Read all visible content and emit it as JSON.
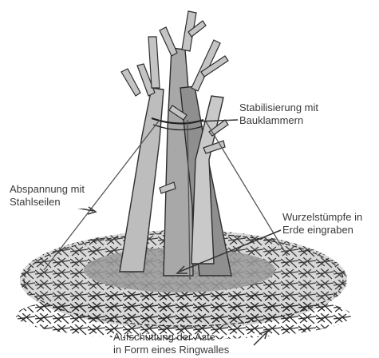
{
  "labels": {
    "stabilisierung": {
      "line1": "Stabilisierung mit",
      "line2": "Bauklammern"
    },
    "abspannung": {
      "line1": "Abspannung mit",
      "line2": "Stahlseilen"
    },
    "wurzel": {
      "line1": "Wurzelstümpfe in",
      "line2": "Erde eingraben"
    },
    "aufschuettung": {
      "line1": "Aufschüttung der Äste",
      "line2": "in Form eines Ringwalles"
    }
  }
}
